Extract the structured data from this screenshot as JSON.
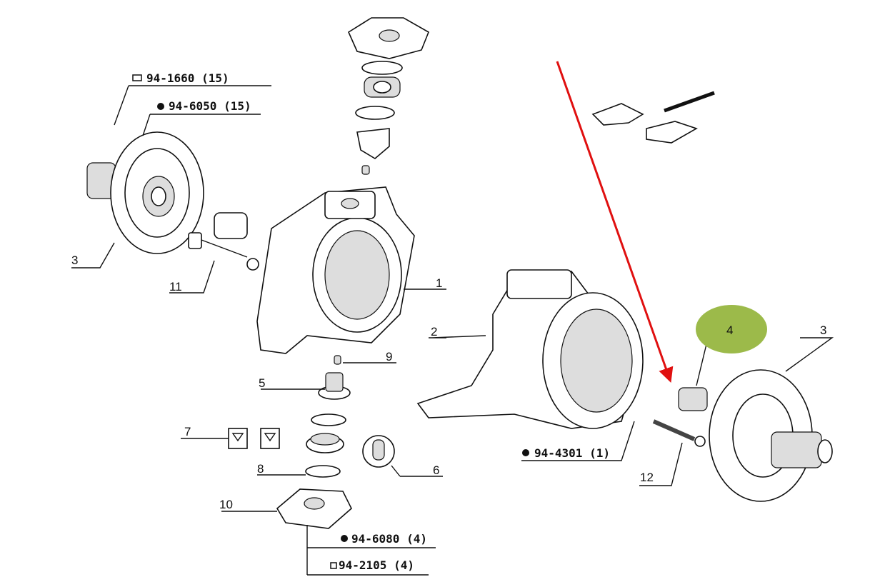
{
  "diagram": {
    "callouts": {
      "flange_left": "3",
      "bolt_left": "11",
      "knuckle_left": "1",
      "knuckle_right": "2",
      "plug": "9",
      "pin": "5",
      "seals": "7",
      "ring": "8",
      "grease_symbol": "6",
      "lower_cap": "10",
      "bushing_highlighted": "4",
      "flange_right": "3",
      "bolt_right": "12"
    },
    "part_numbers": {
      "bolt_top": "94-1660 (15)",
      "nut_top": "94-6050 (15)",
      "nut_bottom": "94-6080 (4)",
      "bolt_bottom": "94-2105 (4)",
      "nut_right": "94-4301 (1)"
    },
    "colors": {
      "highlight": "#9cba4a",
      "arrow": "#e01010"
    }
  }
}
